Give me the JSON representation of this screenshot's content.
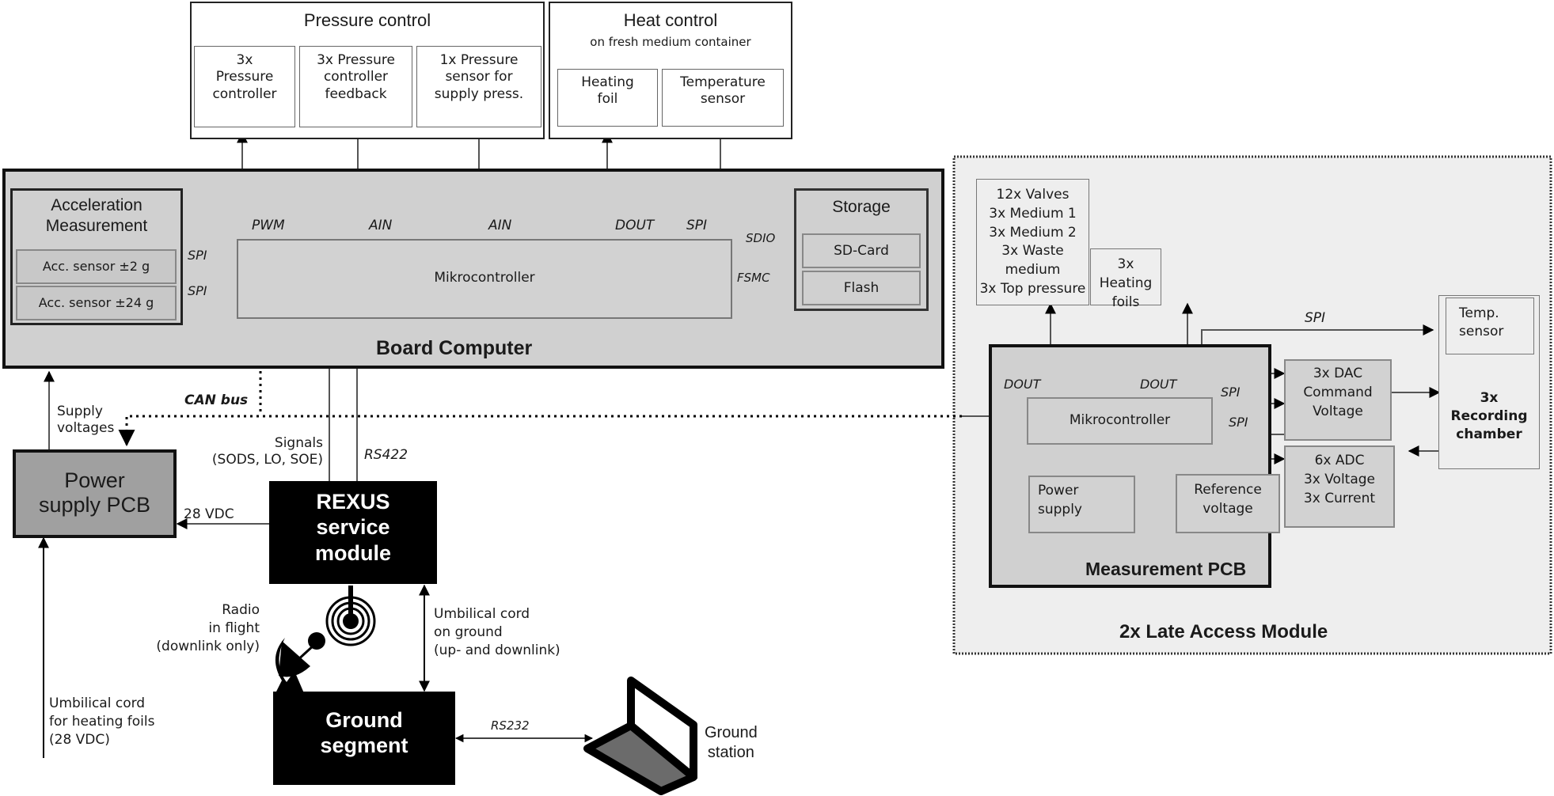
{
  "pressure_control": {
    "title": "Pressure control",
    "items": [
      "3x\nPressure\ncontroller",
      "3x Pressure\ncontroller\nfeedback",
      "1x Pressure\nsensor for\nsupply press."
    ]
  },
  "heat_control": {
    "title": "Heat control",
    "subtitle": "on fresh medium container",
    "items": [
      "Heating\nfoil",
      "Temperature\nsensor"
    ]
  },
  "board_computer": {
    "title": "Board Computer",
    "mikrocontroller": "Mikrocontroller",
    "acceleration": {
      "title": "Acceleration\nMeasurement",
      "sensors": [
        "Acc. sensor ±2 g",
        "Acc. sensor ±24 g"
      ]
    },
    "storage": {
      "title": "Storage",
      "items": [
        "SD-Card",
        "Flash"
      ]
    },
    "signals": {
      "pwm": "PWM",
      "ain1": "AIN",
      "ain2": "AIN",
      "dout": "DOUT",
      "spi_top": "SPI",
      "sdio": "SDIO",
      "fsmc": "FSMC",
      "spi_acc1": "SPI",
      "spi_acc2": "SPI"
    }
  },
  "power_supply": {
    "title": "Power\nsupply PCB",
    "supply_label": "Supply\nvoltages",
    "vdc_label": "28 VDC",
    "umbilical_label": "Umbilical cord\nfor heating foils\n(28 VDC)"
  },
  "can_bus_label": "CAN bus",
  "rexus": {
    "title": "REXUS\nservice\nmodule",
    "signals_label": "Signals\n(SODS, LO, SOE)",
    "rs422_label": "RS422",
    "radio_label": "Radio\nin flight\n(downlink only)",
    "umbilical_label": "Umbilical cord\non ground\n(up- and downlink)"
  },
  "ground_segment": {
    "title": "Ground\nsegment",
    "rs232_label": "RS232",
    "station_label": "Ground\nstation"
  },
  "late_access": {
    "title": "2x Late Access Module",
    "valves": "12x Valves\n3x Medium 1\n3x Medium 2\n3x Waste medium\n3x Top pressure",
    "heating_foils": "3x Heating\nfoils",
    "temp_sensor": "Temp.\nsensor",
    "recording_chamber": "3x\nRecording\nchamber",
    "spi_top": "SPI",
    "measurement_pcb": {
      "title": "Measurement PCB",
      "mikrocontroller": "Mikrocontroller",
      "dac": "3x DAC\nCommand\nVoltage",
      "adc": "6x ADC\n3x Voltage\n3x Current",
      "power_supply": "Power\nsupply",
      "reference": "Reference\nvoltage",
      "dout1": "DOUT",
      "dout2": "DOUT",
      "spi1": "SPI",
      "spi2": "SPI"
    }
  }
}
